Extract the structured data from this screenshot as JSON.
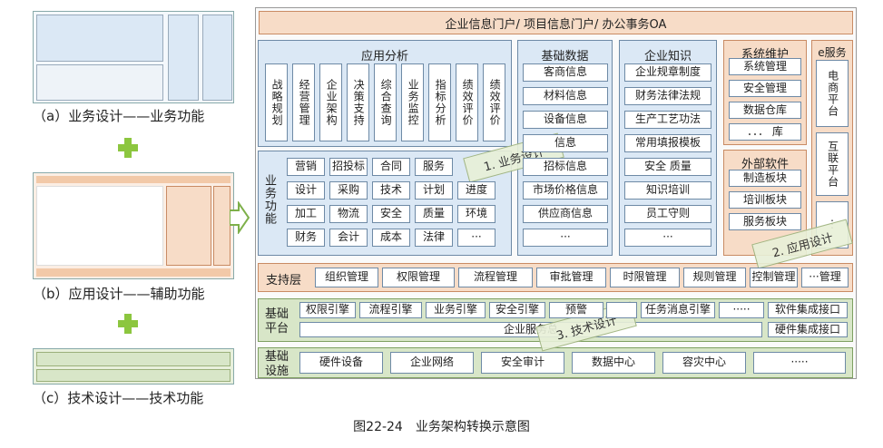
{
  "thumbs": {
    "a_caption": "（a）业务设计——业务功能",
    "b_caption": "（b）应用设计——辅助功能",
    "c_caption": "（c）技术设计——技术功能"
  },
  "portal": "企业信息门户/ 项目信息门户/ 办公事务OA",
  "app_analysis": {
    "title": "应用分析",
    "items": [
      "战略规划",
      "经营管理",
      "企业架构",
      "决策支持",
      "综合查询",
      "业务监控",
      "指标分析",
      "绩效评价",
      "绩效评价"
    ]
  },
  "biz_func": {
    "label": "业务功能",
    "rows": [
      [
        "营销",
        "招投标",
        "合同",
        "服务",
        ""
      ],
      [
        "设计",
        "采购",
        "技术",
        "计划",
        "进度"
      ],
      [
        "加工",
        "物流",
        "安全",
        "质量",
        "环境"
      ],
      [
        "财务",
        "会计",
        "成本",
        "法律",
        "···"
      ]
    ]
  },
  "base_data": {
    "title": "基础数据",
    "items": [
      "客商信息",
      "材料信息",
      "设备信息",
      "信息",
      "招标信息",
      "市场价格信息",
      "供应商信息",
      "···"
    ]
  },
  "knowledge": {
    "title": "企业知识",
    "items": [
      "企业规章制度",
      "财务法律法规",
      "生产工艺功法",
      "常用填报模板",
      "安全 质量",
      "知识培训",
      "员工守则",
      "···"
    ]
  },
  "sysmaint": {
    "title": "系统维护",
    "items": [
      "系统管理",
      "安全管理",
      "数据仓库",
      "．．． 库"
    ]
  },
  "external": {
    "title": "外部软件",
    "items": [
      "制造板块",
      "培训板块",
      "服务板块"
    ]
  },
  "eservice": {
    "title": "e服务",
    "items": [
      "电商平台",
      "互联平台",
      "⋮"
    ]
  },
  "support": {
    "label": "支持层",
    "items": [
      "组织管理",
      "权限管理",
      "流程管理",
      "审批管理",
      "时限管理",
      "规则管理",
      "控制管理",
      "···管理"
    ]
  },
  "base_platform": {
    "label": "基础平台",
    "row1": [
      "权限引擎",
      "流程引擎",
      "业务引擎",
      "安全引擎",
      "预警",
      "",
      "任务消息引擎",
      "·····",
      "软件集成接口"
    ],
    "row2_mid": "企业服务总",
    "row2_right": "硬件集成接口"
  },
  "infra": {
    "label": "基础设施",
    "items": [
      "硬件设备",
      "企业网络",
      "安全审计",
      "数据中心",
      "容灾中心",
      "·····"
    ]
  },
  "ribbons": [
    "1. 业务设计",
    "2. 应用设计",
    "3. 技术设计"
  ],
  "figure_caption": "图22-24　业务架构转换示意图"
}
